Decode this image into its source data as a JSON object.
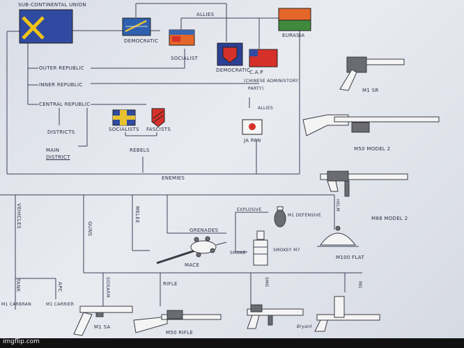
{
  "labels": {
    "sub_continental_union": "SUB-CONTINENTAL UNION",
    "allies": "ALLIES",
    "democratic_1": "DEMOCRATIC",
    "socialist": "SOCIALIST",
    "eurasia": "EURASIA",
    "democratic_2": "DEMOCRATIC",
    "cap": "C.A.P",
    "cap_full_1": "(CHINESE ADMINISTORY",
    "cap_full_2": "PARTY)",
    "allies_small": "ALLIES",
    "japan": "JA PAN",
    "outer_republic": "OUTER REPUBLIC",
    "inner_republic": "INNER REPUBLIC",
    "central_republic": "CENTRAL REPUBLIC",
    "districts": "DISTRICTS",
    "main_district_1": "MAIN",
    "main_district_2": "DISTRICT",
    "socialists": "SOCIALISTS",
    "fascists": "FASCISTS",
    "rebels": "REBELS",
    "enemies": "ENEMIES",
    "vehicles": "VEHICLES",
    "tank": "TANK",
    "apc": "APC",
    "m1_carbrain": "M1 CARBRAN",
    "m1_carrier": "M1 CARRIER",
    "guns": "GUNS",
    "melee": "MELEE",
    "grenades": "GRENADES",
    "explosive": "EXPLOSIVE",
    "m1_defensive": "M1 DEFENSIVE",
    "smoke": "SMOKE",
    "smokey": "SMOKEY M7",
    "mace": "MACE",
    "helm": "HELM",
    "m100_flat": "M100 FLAT",
    "m1_sr": "M1 SR",
    "m50_model2": "M50 MODEL 2",
    "m88_model2": "M88 MODEL 2",
    "sidearm": "SIDEARM",
    "rifle": "RIFLE",
    "smg": "SMG",
    "mg": "MG",
    "m1_sa": "M1 SA",
    "m50_rifle": "M50 RIFLE",
    "signature": "Bryant"
  },
  "watermark": "imgflip.com",
  "colors": {
    "union_blue": "#2f4aa0",
    "union_cross": "#f0c419",
    "orange": "#e4662a",
    "green": "#3f8a3d",
    "red": "#d5312a",
    "ink": "#3d4058"
  }
}
